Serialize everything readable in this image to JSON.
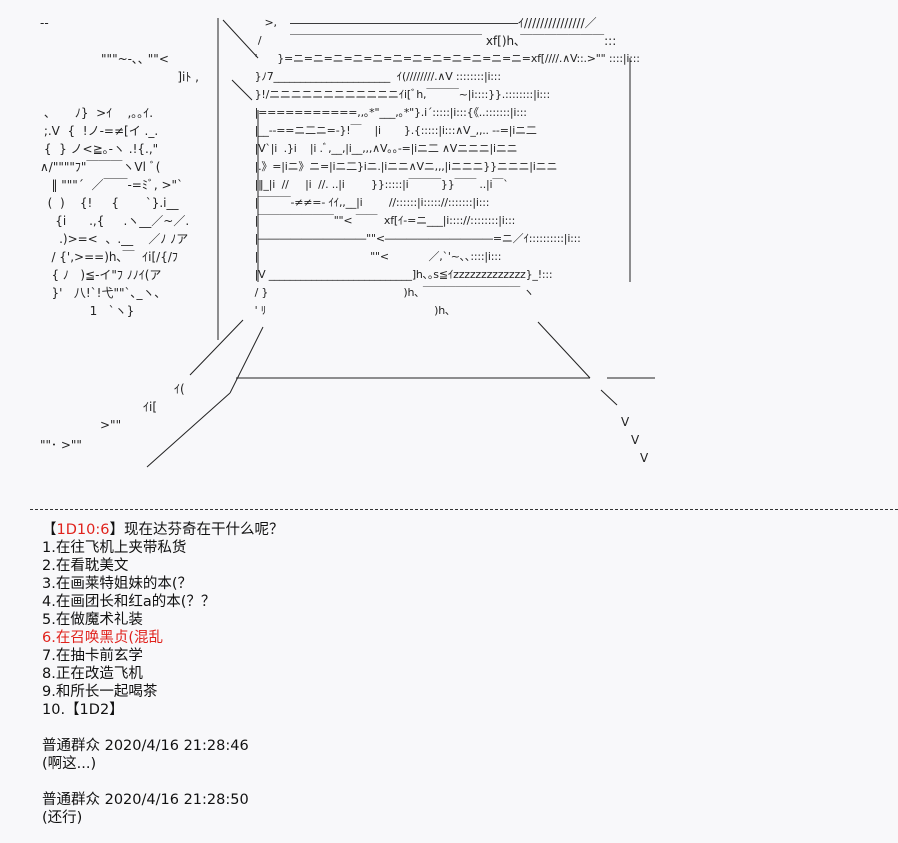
{
  "art": {
    "top_left": [
      "--",
      "",
      "                \"\"\"~-､､ \"\"<",
      "                                    ]iﾄ ,"
    ],
    "figure": [
      " 、     ﾉ}  >ｲ    ,｡｡ｲ.",
      " ;.V  {  !ノ-=≠[イ ._.",
      " {  } ノ<≧｡-ヽ .!{.,\"",
      "∧/\"\"\"\"ﾌ\"￣￣￣ヽVl ﾞ(",
      "   ‖ \"\"\"´  ／￣￣-=ﾐﾞ, >\"`",
      "  (  )    {!     {       `}.i__",
      "    {i      .,{     .ヽ__／~／.",
      "     .)>=<  、.__    ／ﾉ ﾉア",
      "   / {',>==)h､￣  ｲi[/{/ﾌ",
      "   { ﾉ   )≦-イ\"ﾌ ﾉﾉｲ(ア",
      "   }'   八!`!弋\"\"`､_ヽ､",
      "             1   `ヽ}"
    ],
    "building": [
      "     >,",
      "   /    ",
      "  '      }=ニ=ニ=ニ=ニ=ニ=ニ=ニ=ニ=ニ=ニ=ニ=ニ=xf[////.∧V::.>\"\" ::::|i:::",
      "  }ﾉ7______________________  ｲ(////////.∧V ::::::::|i:::",
      "  }!/ニニニニニニニニニニニニｲi[ﾞh,￣￣￣~|i::::}}.::::::::|i:::",
      "  |===========,,｡*\"___,｡*\"}.i´:::::|i:::{《..:::::::|i:::",
      "  |__--==ニ二ニ=-}!￣    |i       }.{:::::|i:::∧V_,,.. --=|iニ二",
      "  |V`|i  .}i    |i .ﾞ,__,|i__,,,∧V｡｡-=|iニ二 ∧Vニニニ|iニニ",
      "  |.》=|iニ》ニ=|iニ二}iニ.|iニニ∧Vニ,,,|iニニニ}}ニニニ|iニニ",
      "  |‖_|i  //     |i  //. ..|i        }}:::::|i￣￣￣}}￣￣ ..|i￣`",
      "  |￣￣￣-≠≠=- ｲｲ,,__|i        //::::::|i::::://:::::::|i:::",
      "  |￣￣￣￣￣￣￣\"\"< ￣￣  xf[ｲ-=ニ___|i:::://::::::::|i:::",
      "  |――――――――――\"\"<――――――――――=ニ／ｲ::::::::::|i:::",
      "  |                                  \"\"<            ／,`'~､､::::|i:::",
      "  |V ___________________________]h､｡s≦ｲzzzzzzzzzzzzz}_!:::",
      "  / }                                         )h､ ￣￣￣￣￣￣￣￣￣ ヽ",
      "  ' ﾘ                                                   )h､"
    ],
    "top_right": [
      "―――――――――――――――――――ｲ///////////////／",
      "￣￣￣￣￣￣￣￣￣￣￣￣￣￣￣￣ xf[)h､￣￣￣￣￣￣￣:::"
    ],
    "lower_left": [
      "ｲ(",
      "ｲi[",
      ">\"\"",
      "\"\"･ >\"\""
    ],
    "lower_right": [
      "V",
      "V",
      "V"
    ]
  },
  "post": {
    "question_open": "【",
    "question_dice": "1D10:6",
    "question_close": "】",
    "question_text": "现在达芬奇在干什么呢？",
    "options": [
      "1.在往飞机上夹带私货",
      "2.在看耽美文",
      "3.在画莱特姐妹的本(？",
      "4.在画团长和红a的本(？？",
      "5.在做魔术礼装",
      "6.在召唤黑贞(混乱",
      "7.在抽卡前玄学",
      "8.正在改造飞机",
      "9.和所长一起喝茶",
      "10.【1D2】"
    ],
    "highlighted_option": 6
  },
  "replies": [
    {
      "author": "普通群众",
      "time": "2020/4/16 21:28:46",
      "text": "(啊这...)"
    },
    {
      "author": "普通群众",
      "time": "2020/4/16 21:28:50",
      "text": "(还行)"
    }
  ],
  "colors": {
    "highlight": "#e0221c",
    "background": "#f8f8fa"
  }
}
